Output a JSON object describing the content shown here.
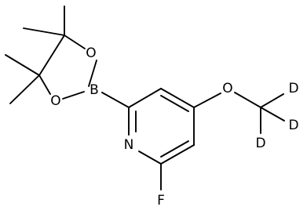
{
  "molecule": {
    "atoms": {
      "boron": "B",
      "oxygen_top": "O",
      "oxygen_bottom": "O",
      "oxygen_methoxy": "O",
      "nitrogen": "N",
      "fluorine": "F",
      "deuterium_1": "D",
      "deuterium_2": "D",
      "deuterium_3": "D"
    }
  }
}
